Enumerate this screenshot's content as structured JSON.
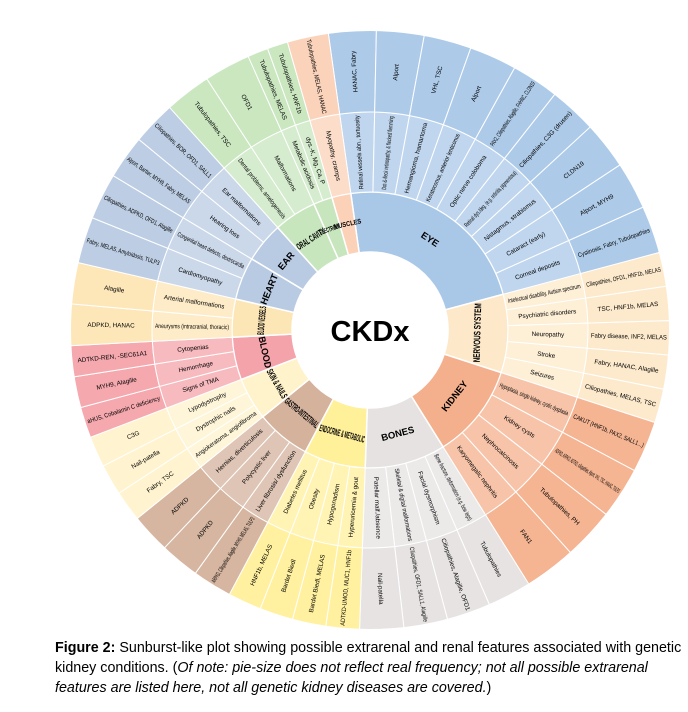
{
  "title": "CKDx",
  "caption": {
    "lead": "Figure 2:",
    "text": "Sunburst-like plot showing possible extrarenal and renal features associated with genetic kidney conditions. (",
    "note": "Of note: pie-size does not reflect real frequency; not all possible extrarenal features are listed here, not all genetic kidney diseases are covered.",
    "close": ")"
  },
  "colors": {
    "EYE": "#a9c8e8",
    "NERVOUS SYSTEM": "#fde9c9",
    "KIDNEY": "#f4b08c",
    "BONES": "#e6e2e2",
    "ENDOCRINE & METABOLIC": "#fff09a",
    "GASTRO-INTESTINAL": "#d4b29c",
    "SKIN & NAILS": "#fff3cc",
    "BLOOD": "#f4a3aa",
    "BLOOD VESSELS": "#fde6b5",
    "HEART": "#b9cbe3",
    "EAR": "#b9cbe3",
    "ORAL CAVITY": "#c7e6bd",
    "ELECTROLYTES": "#c7e6bd",
    "MUSCLES": "#fbd1b7"
  },
  "sectors": [
    {
      "name": "EYE",
      "features": [
        {
          "label": "Retinal vessels abn., tortuosity",
          "genes": "HANAC, Fabry"
        },
        {
          "label": "Dot-&-fleck retinopathy, & flecked flemming",
          "genes": "Alport"
        },
        {
          "label": "Hemangioma, hamartoma",
          "genes": "VHL, TSC"
        },
        {
          "label": "Keratoconus, anterior lenticonus",
          "genes": "Alport"
        },
        {
          "label": "Optic nerve coloboma",
          "genes": "PAX2, Ciliopathies, Alagille, FHHNC, CLDN19"
        },
        {
          "label": "Retinal dys./deg. (e.g. retinitis pigmentosa)",
          "genes": "Ciliopathies, C3G (drusen)"
        },
        {
          "label": "Nistagmus, strabismus",
          "genes": "CLDN19"
        },
        {
          "label": "Cataract (early)",
          "genes": "Alport, MYH9"
        },
        {
          "label": "Corneal deposits",
          "genes": "Cystinosis, Fabry, Tubulopathies"
        }
      ]
    },
    {
      "name": "NERVOUS SYSTEM",
      "features": [
        {
          "label": "Intelectual disability, Autism spectrum",
          "genes": "Ciliopathies, OFD1, HNF1b, MELAS"
        },
        {
          "label": "Psychiatric disorders",
          "genes": "TSC, HNF1b, MELAS"
        },
        {
          "label": "Neuropathy",
          "genes": "Fabry disease, INF2, MELAS"
        },
        {
          "label": "Stroke",
          "genes": "Fabry, HANAC, Alagille"
        },
        {
          "label": "Seizures",
          "genes": "Ciliopathies, MELAS, TSC"
        }
      ]
    },
    {
      "name": "KIDNEY",
      "features": [
        {
          "label": "Hypoplasia, single kidney, cystic dysplasia",
          "genes": "CAKUT (HNF1b, PAX2, SALL1...)"
        },
        {
          "label": "Kidney cysts",
          "genes": "ADPKD, ARPKD, ADTKD, ciliopathies, Alport, VHL, TSC, HANAC, TULP3"
        },
        {
          "label": "Nephrocalcinosis",
          "genes": "Tubulopathies, PH"
        },
        {
          "label": "Karyomegalic nephritis",
          "genes": "FAN1"
        }
      ]
    },
    {
      "name": "BONES",
      "features": [
        {
          "label": "Bone fracture, deformation (e.g. bow legs)",
          "genes": "Tubulopathies"
        },
        {
          "label": "Facial dysmorphism",
          "genes": "Ciliopathies, Alagille, OFD1"
        },
        {
          "label": "Skeletal & digital malformations",
          "genes": "Ciliopathies, OFD1, SALL1, Alagille"
        },
        {
          "label": "Patellar malf./absence",
          "genes": "Nail-patella"
        }
      ]
    },
    {
      "name": "ENDOCRINE & METABOLIC",
      "features": [
        {
          "label": "Hyperuricemia & gout",
          "genes": "ADTKD-UMOD, MUC1, HNF1b"
        },
        {
          "label": "Hypogonadism",
          "genes": "Bardet Biedl, MELAS"
        },
        {
          "label": "Obesity",
          "genes": "Bardet Biedl"
        },
        {
          "label": "Diabetes mellitus",
          "genes": "HNF1b, MELAS"
        }
      ]
    },
    {
      "name": "GASTRO-INTESTINAL",
      "features": [
        {
          "label": "Liver fibrosis/ dysfunction",
          "genes": "ARPKD, Ciliopathies, Alagille, MYH9, MELAS, TULP3"
        },
        {
          "label": "Polycystic liver",
          "genes": "ADPKD"
        },
        {
          "label": "Hernias, diverticulosis",
          "genes": "ADPKD"
        }
      ]
    },
    {
      "name": "SKIN & NAILS",
      "features": [
        {
          "label": "Angiokeratoma, angiofibroma",
          "genes": "Fabry, TSC"
        },
        {
          "label": "Dystrophic nails",
          "genes": "Nail-patella"
        },
        {
          "label": "Lypodystrophy",
          "genes": "C3G"
        }
      ]
    },
    {
      "name": "BLOOD",
      "features": [
        {
          "label": "Signs of TMA",
          "genes": "aHUS, Cobalamin C deficiency"
        },
        {
          "label": "Hemorrhage",
          "genes": "MYH9, Alagille"
        },
        {
          "label": "Cytopenias",
          "genes": "ADTKD-REN, -SEC61A1"
        }
      ]
    },
    {
      "name": "BLOOD VESSELS",
      "features": [
        {
          "label": "Aneurysms (intracranial, thoracic)",
          "genes": "ADPKD, HANAC"
        },
        {
          "label": "Arterial malformations",
          "genes": "Alagille"
        }
      ]
    },
    {
      "name": "HEART",
      "features": [
        {
          "label": "Cardiomyopathy",
          "genes": "Fabry, MELAS, Amyloidosis, TULP3"
        },
        {
          "label": "Congenital heart defects, dextrocardia",
          "genes": "Ciliopathies, ADPKD, OFD1, Alagille"
        }
      ]
    },
    {
      "name": "EAR",
      "features": [
        {
          "label": "Hearing loss",
          "genes": "Alport, Bartter, MYH9, Fabry, MELAS"
        },
        {
          "label": "Ear malformations",
          "genes": "Ciliopathies, BOR, OFD1, SALL1"
        }
      ]
    },
    {
      "name": "ORAL CAVITY",
      "features": [
        {
          "label": "Dental problems, amelogenesis",
          "genes": "Tubulopathies, TSC"
        },
        {
          "label": "Malformations",
          "genes": "OFD1"
        }
      ]
    },
    {
      "name": "ELECTROLYTES",
      "features": [
        {
          "label": "Metabolic acidosis",
          "genes": "Tubulopathies, MELAS"
        },
        {
          "label": "dys.-K, Mg, Ca, P",
          "genes": "Tubulopathies, HNF1b"
        }
      ]
    },
    {
      "name": "MUSCLES",
      "features": [
        {
          "label": "Myopathy, cramps",
          "genes": "Tubulopathies, MELAS, HANAC"
        }
      ]
    }
  ]
}
